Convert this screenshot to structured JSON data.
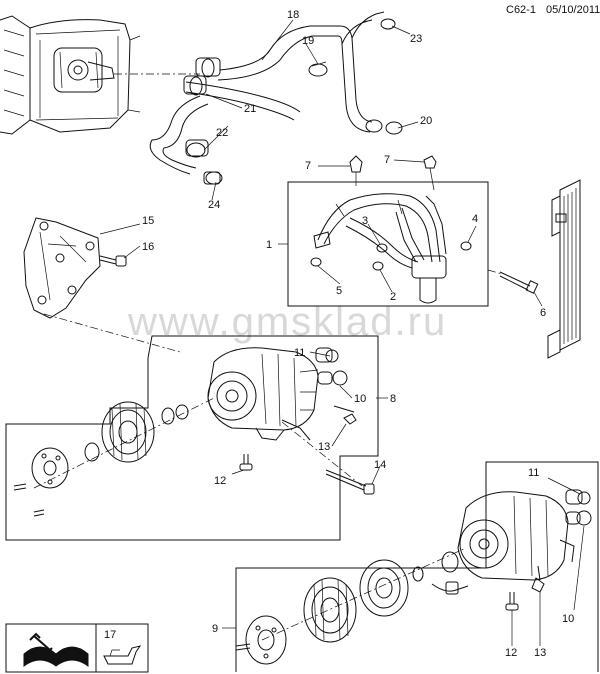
{
  "header": {
    "code": "C62-1",
    "date": "05/10/2011"
  },
  "watermark": "www.gmsklad.ru",
  "callouts": {
    "c1": "1",
    "c2": "2",
    "c3": "3",
    "c4": "4",
    "c5": "5",
    "c6": "6",
    "c7a": "7",
    "c7b": "7",
    "c8": "8",
    "c9": "9",
    "c10a": "10",
    "c10b": "10",
    "c11a": "11",
    "c11b": "11",
    "c12a": "12",
    "c12b": "12",
    "c13a": "13",
    "c13b": "13",
    "c14": "14",
    "c15": "15",
    "c16": "16",
    "c17": "17",
    "c18": "18",
    "c19": "19",
    "c20": "20",
    "c21": "21",
    "c22": "22",
    "c23": "23",
    "c24": "24"
  },
  "legend_box": {
    "icon_left": "book-wrench-icon",
    "icon_right": "oil-can-icon"
  }
}
